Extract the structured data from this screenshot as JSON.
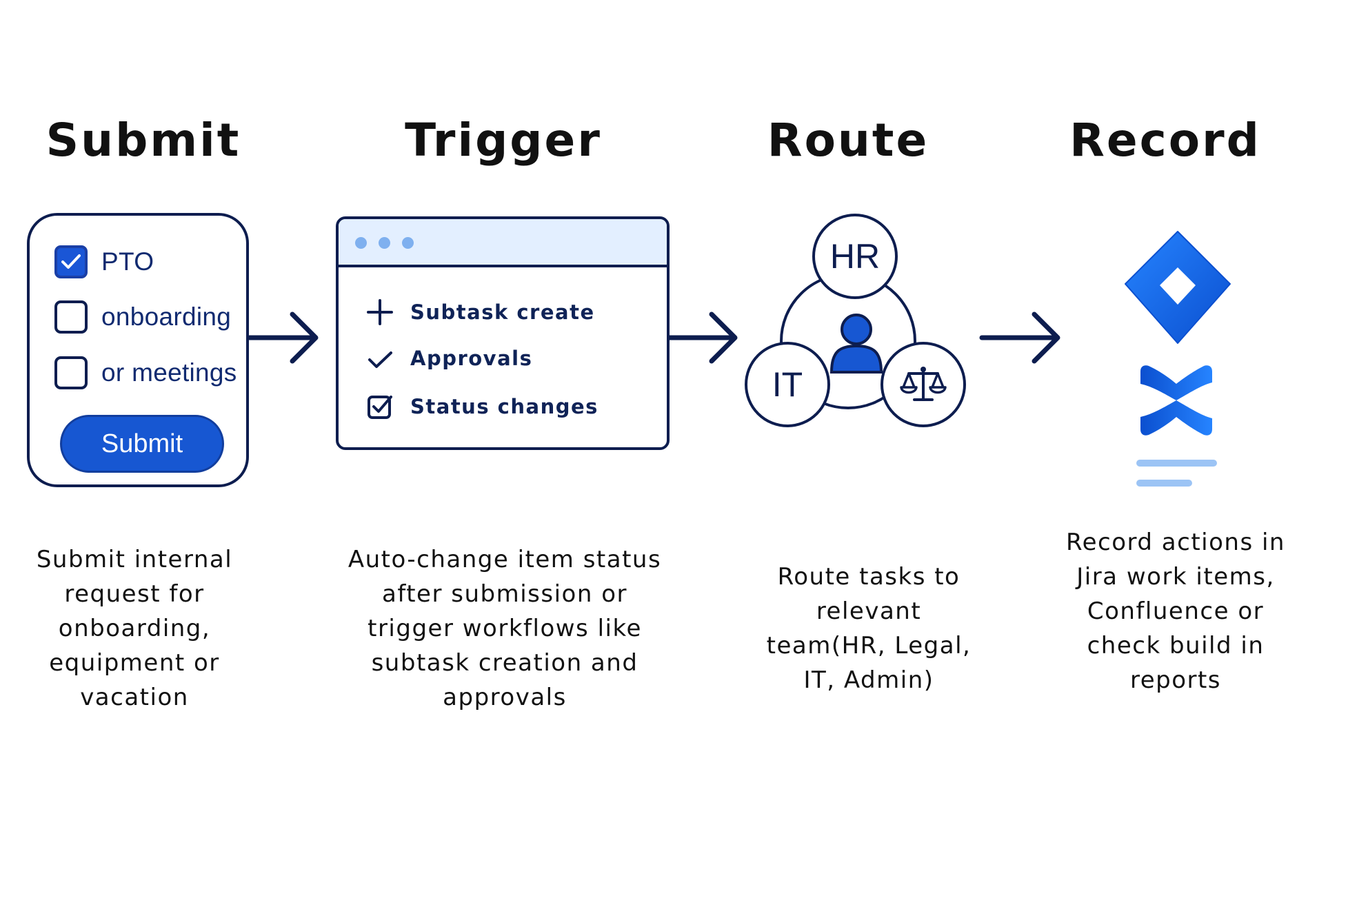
{
  "steps": [
    {
      "title": "Submit",
      "description": [
        "Submit internal",
        "request for",
        "onboarding,",
        "equipment or",
        "vacation"
      ]
    },
    {
      "title": "Trigger",
      "description": [
        "Auto-change item status",
        "after submission or",
        "trigger workflows like",
        "subtask creation and",
        "approvals"
      ]
    },
    {
      "title": "Route",
      "description": [
        "Route tasks to",
        "relevant",
        "team(HR, Legal,",
        "IT, Admin)"
      ]
    },
    {
      "title": "Record",
      "description": [
        "Record actions in",
        "Jira work items,",
        "Confluence or",
        "check build in",
        "reports"
      ]
    }
  ],
  "form": {
    "options": [
      {
        "label": "PTO",
        "checked": true
      },
      {
        "label": "onboarding",
        "checked": false
      },
      {
        "label": "or meetings",
        "checked": false
      }
    ],
    "submit_label": "Submit"
  },
  "trigger_window": {
    "items": [
      {
        "icon": "plus-icon",
        "label": "Subtask create"
      },
      {
        "icon": "check-icon",
        "label": "Approvals"
      },
      {
        "icon": "checkbox-icon",
        "label": "Status changes"
      }
    ]
  },
  "route": {
    "teams": [
      "HR",
      "IT"
    ],
    "icons": [
      "person-icon",
      "scales-icon"
    ]
  },
  "record": {
    "icons": [
      "jira-icon",
      "confluence-icon"
    ]
  },
  "colors": {
    "navy": "#0d1d4f",
    "primary_blue": "#1757d2",
    "light_blue": "#9cc4f5",
    "window_bar": "#e3efff"
  }
}
